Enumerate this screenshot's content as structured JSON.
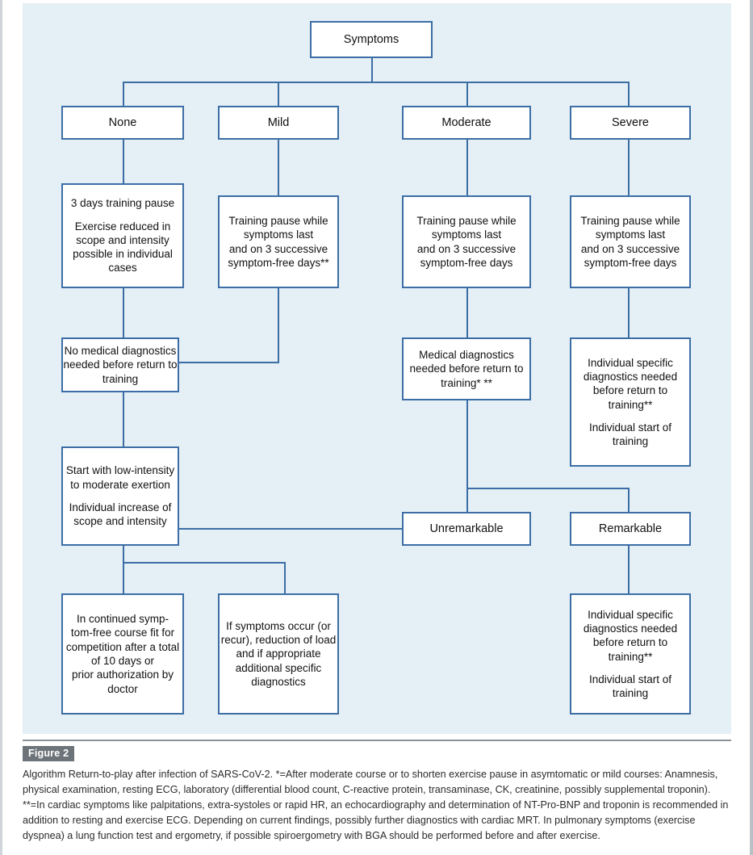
{
  "figure": {
    "label": "Figure 2",
    "caption": "Algorithm Return-to-play after infection of SARS-CoV-2. *=After moderate course or to shorten exercise pause in asymtomatic or mild courses: Anamnesis, physical examination, resting ECG, laboratory (differential blood count, C-reactive protein, transaminase, CK, creatinine, possibly supplemental troponin). **=In cardiac symptoms like palpitations, extra-systoles or rapid HR, an echocardiography and determination of NT-Pro-BNP and troponin is recommended in addition to resting and exercise ECG. Depending on current findings, possibly further diagnostics with cardiac MRT. In pulmonary symptoms (exercise dyspnea) a lung function test and ergometry, if possible spiroergometry with BGA should be performed before and after exercise."
  },
  "colors": {
    "panel_background": "#e4eff6",
    "node_border": "#3c6ea5",
    "node_fill": "#ffffff",
    "connector": "#3c6ea5",
    "label_badge": "#6d7479"
  },
  "chart_data": {
    "type": "flowchart",
    "title": "Algorithm Return-to-play after infection of SARS-CoV-2",
    "root": "Symptoms",
    "branches": [
      "None",
      "Mild",
      "Moderate",
      "Severe"
    ],
    "edges": [
      {
        "from": "root",
        "to": "none"
      },
      {
        "from": "root",
        "to": "mild"
      },
      {
        "from": "root",
        "to": "moderate"
      },
      {
        "from": "root",
        "to": "severe"
      },
      {
        "from": "none",
        "to": "none-pause"
      },
      {
        "from": "mild",
        "to": "mild-pause"
      },
      {
        "from": "moderate",
        "to": "moderate-pause"
      },
      {
        "from": "severe",
        "to": "severe-pause"
      },
      {
        "from": "none-pause",
        "to": "no-diagnostics"
      },
      {
        "from": "mild-pause",
        "to": "no-diagnostics"
      },
      {
        "from": "moderate-pause",
        "to": "moderate-diagnostics"
      },
      {
        "from": "severe-pause",
        "to": "severe-diagnostics"
      },
      {
        "from": "no-diagnostics",
        "to": "start-low-intensity"
      },
      {
        "from": "moderate-diagnostics",
        "to": "unremarkable"
      },
      {
        "from": "moderate-diagnostics",
        "to": "remarkable"
      },
      {
        "from": "unremarkable",
        "to": "start-low-intensity"
      },
      {
        "from": "start-low-intensity",
        "to": "continued-symptom-free"
      },
      {
        "from": "start-low-intensity",
        "to": "symptoms-recur"
      },
      {
        "from": "remarkable",
        "to": "remarkable-diagnostics"
      }
    ]
  },
  "nodes": {
    "root": {
      "lines": [
        "Symptoms"
      ]
    },
    "none": {
      "lines": [
        "None"
      ]
    },
    "mild": {
      "lines": [
        "Mild"
      ]
    },
    "moderate": {
      "lines": [
        "Moderate"
      ]
    },
    "severe": {
      "lines": [
        "Severe"
      ]
    },
    "none_pause": {
      "line1": "3 days training pause",
      "line2": "Exercise reduced in",
      "line3": "scope and intensity",
      "line4": "possible in individual",
      "line5": "cases"
    },
    "mild_pause": {
      "line1": "Training pause while",
      "line2": "symptoms last",
      "line3": "and on 3 successive",
      "line4": "symptom-free days**"
    },
    "moderate_pause": {
      "line1": "Training pause while",
      "line2": "symptoms last",
      "line3": "and on 3 successive",
      "line4": "symptom-free days"
    },
    "severe_pause": {
      "line1": "Training pause while",
      "line2": "symptoms last",
      "line3": "and on 3 successive",
      "line4": "symptom-free days"
    },
    "no_diagnostics": {
      "line1": "No medical diagnostics",
      "line2": "needed before return to",
      "line3": "training"
    },
    "moderate_diagnostics": {
      "line1": "Medical diagnostics",
      "line2": "needed before return to",
      "line3": "training* **"
    },
    "severe_diagnostics": {
      "line1": "Individual specific",
      "line2": "diagnostics needed",
      "line3": "before return to",
      "line4": "training**",
      "line5": "Individual start of",
      "line6": "training"
    },
    "start_low_intensity": {
      "line1": "Start with low-intensity",
      "line2": "to moderate exertion",
      "line3": "Individual increase of",
      "line4": "scope and intensity"
    },
    "unremarkable": {
      "lines": [
        "Unremarkable"
      ]
    },
    "remarkable": {
      "lines": [
        "Remarkable"
      ]
    },
    "continued_symptom_free": {
      "line1": "In continued symp-",
      "line2": "tom-free course fit for",
      "line3": "competition after a total",
      "line4": "of 10 days or",
      "line5": "prior authorization by",
      "line6": "doctor"
    },
    "symptoms_recur": {
      "line1": "If symptoms occur (or",
      "line2": "recur), reduction of load",
      "line3": "and if appropriate",
      "line4": "additional specific",
      "line5": "diagnostics"
    },
    "remarkable_diagnostics": {
      "line1": "Individual specific",
      "line2": "diagnostics needed",
      "line3": "before return to",
      "line4": "training**",
      "line5": "Individual start of",
      "line6": "training"
    }
  }
}
